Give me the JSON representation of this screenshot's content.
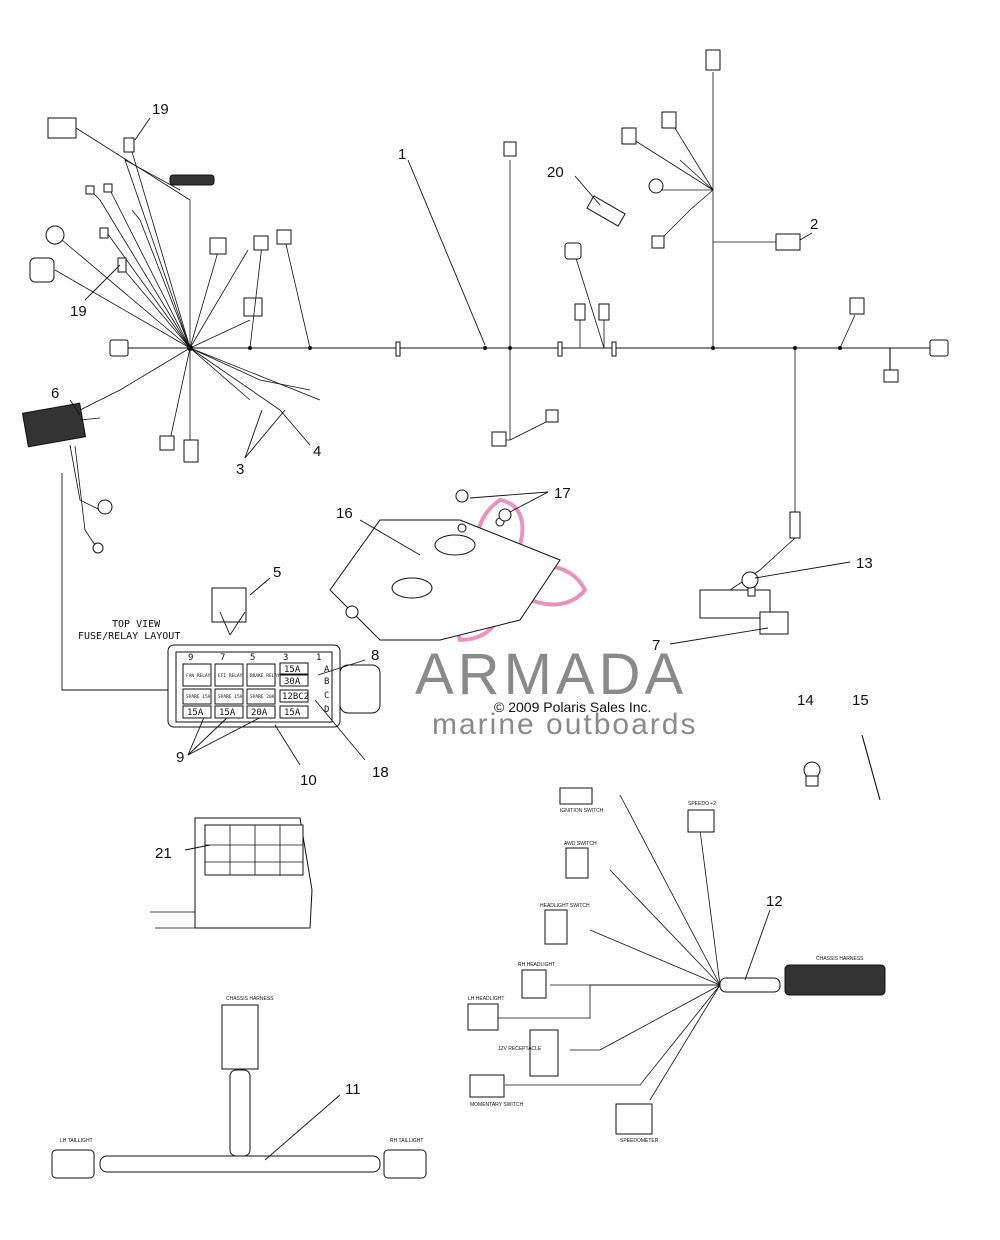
{
  "callouts": {
    "c1": "1",
    "c2": "2",
    "c3": "3",
    "c4": "4",
    "c5": "5",
    "c6": "6",
    "c7": "7",
    "c8": "8",
    "c9": "9",
    "c10": "10",
    "c11": "11",
    "c12": "12",
    "c13": "13",
    "c14": "14",
    "c15": "15",
    "c16": "16",
    "c17": "17",
    "c18": "18",
    "c19a": "19",
    "c19b": "19",
    "c20": "20",
    "c21": "21"
  },
  "fuse_layout": {
    "title_line1": "TOP VIEW",
    "title_line2": "FUSE/RELAY LAYOUT",
    "col_nums": [
      "9",
      "7",
      "5",
      "3",
      "1"
    ],
    "row_letters": [
      "A",
      "B",
      "C",
      "D"
    ],
    "relays": [
      "FAN RELAY",
      "EFI RELAY",
      "BRAKE RELAY"
    ],
    "fuses_top": [
      "15A",
      "30A"
    ],
    "spares": [
      "SPARE 15A",
      "SPARE 15A",
      "SPARE 20A"
    ],
    "circuit_breaker": "12BC2",
    "fuses_bottom": [
      "15A",
      "15A",
      "20A",
      "15A"
    ]
  },
  "dash": {
    "ignition_switch": "IGNITION SWITCH",
    "awd_switch": "AWD SWITCH",
    "headlight_switch": "HEADLIGHT SWITCH",
    "rh_headlight": "RH HEADLIGHT",
    "lh_headlight": "LH HEADLIGHT",
    "receptacle": "12V RECEPTACLE",
    "momentary_switch": "MOMENTARY SWITCH",
    "speedometer": "SPEEDOMETER",
    "speedo_2": "SPEEDO +2",
    "chassis_harness": "CHASSIS HARNESS"
  },
  "rear": {
    "chassis_harness": "CHASSIS HARNESS",
    "lh_taillight": "LH TAILLIGHT",
    "rh_taillight": "RH TAILLIGHT"
  },
  "watermark": {
    "brand": "ARMADA",
    "tagline": "marine outboards",
    "copyright": "© 2009 Polaris Sales Inc.",
    "logo_color": "#e77fb4"
  }
}
